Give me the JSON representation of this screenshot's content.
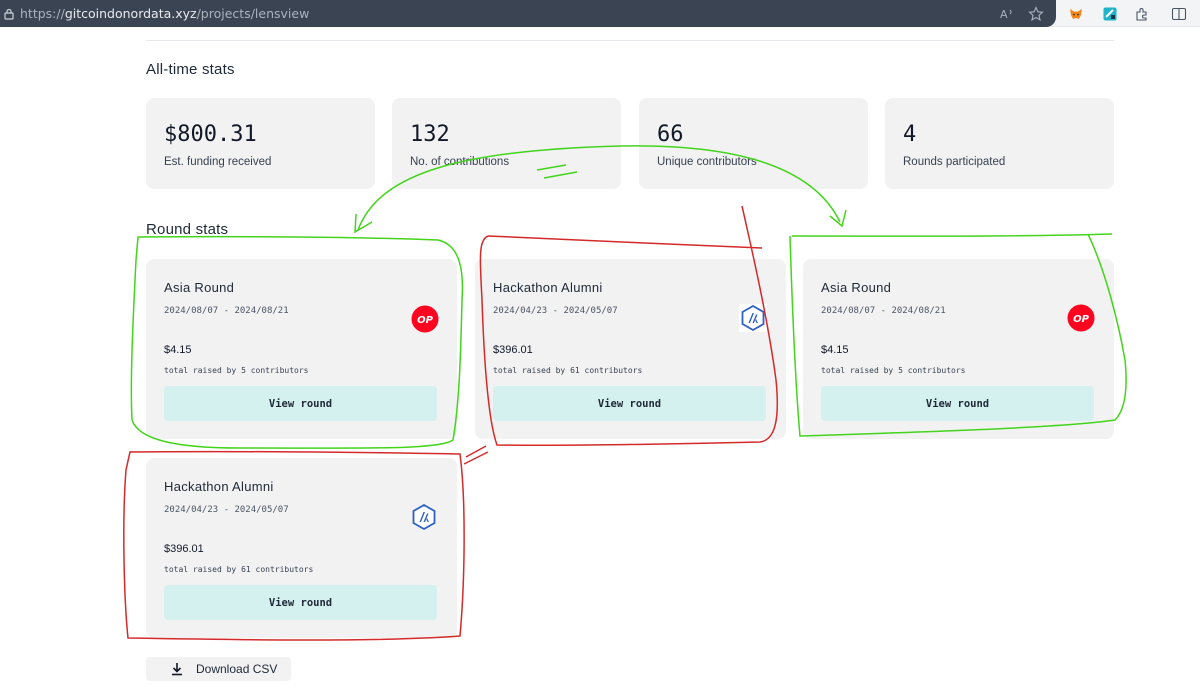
{
  "browser": {
    "url_scheme": "https://",
    "url_host": "gitcoindonordata.xyz",
    "url_path": "/projects/lensview",
    "icons": [
      "read-aloud-icon",
      "favorite-star-icon",
      "metamask-icon",
      "extension-icon",
      "extensions-puzzle-icon",
      "split-screen-icon"
    ]
  },
  "all_time": {
    "title": "All-time stats",
    "stats": [
      {
        "value": "$800.31",
        "label": "Est. funding received"
      },
      {
        "value": "132",
        "label": "No. of contributions"
      },
      {
        "value": "66",
        "label": "Unique contributors"
      },
      {
        "value": "4",
        "label": "Rounds participated"
      }
    ]
  },
  "round_stats": {
    "title": "Round stats",
    "button_label": "View round",
    "rounds": [
      {
        "name": "Asia Round",
        "dates": "2024/08/07 - 2024/08/21",
        "amount": "$4.15",
        "subtitle": "total raised by 5 contributors",
        "chain": "op-logo-icon",
        "chain_text": "OP"
      },
      {
        "name": "Hackathon Alumni",
        "dates": "2024/04/23 - 2024/05/07",
        "amount": "$396.01",
        "subtitle": "total raised by 61 contributors",
        "chain": "arbitrum-logo-icon"
      },
      {
        "name": "Asia Round",
        "dates": "2024/08/07 - 2024/08/21",
        "amount": "$4.15",
        "subtitle": "total raised by 5 contributors",
        "chain": "op-logo-icon",
        "chain_text": "OP"
      },
      {
        "name": "Hackathon Alumni",
        "dates": "2024/04/23 - 2024/05/07",
        "amount": "$396.01",
        "subtitle": "total raised by 61 contributors",
        "chain": "arbitrum-logo-icon"
      }
    ]
  },
  "download": {
    "label": "Download CSV"
  },
  "colors": {
    "annotation_green": "#43d41c",
    "annotation_red": "#d42a2a",
    "op_red": "#ff0420",
    "arbitrum_blue": "#2d5fc4",
    "button_teal": "#d4f1ef",
    "card_gray": "#f2f2f2"
  }
}
